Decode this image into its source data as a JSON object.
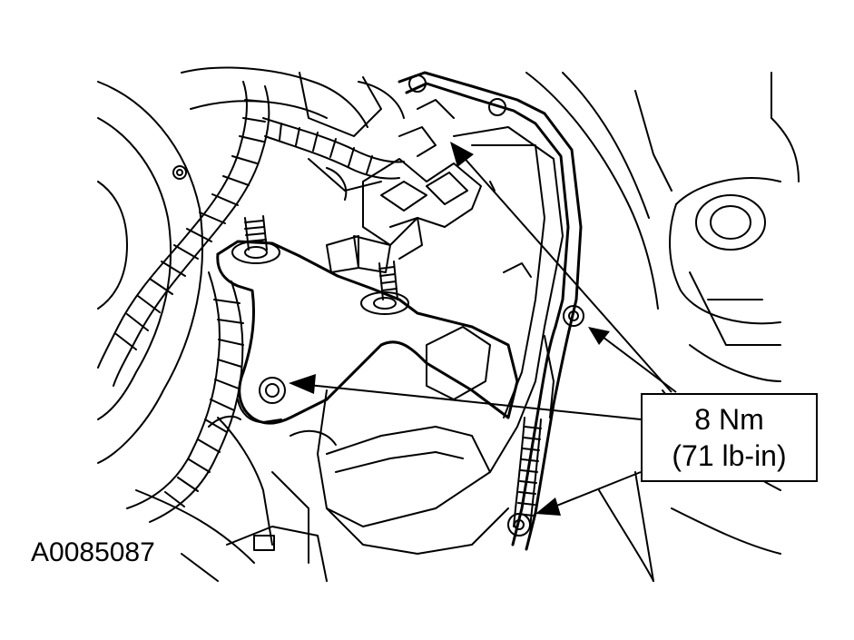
{
  "callout": {
    "torque_nm": "8 Nm",
    "torque_lbin": "(71 lb-in)"
  },
  "figure": {
    "id": "A0085087"
  },
  "colors": {
    "ink": "#000000",
    "paper": "#ffffff"
  }
}
